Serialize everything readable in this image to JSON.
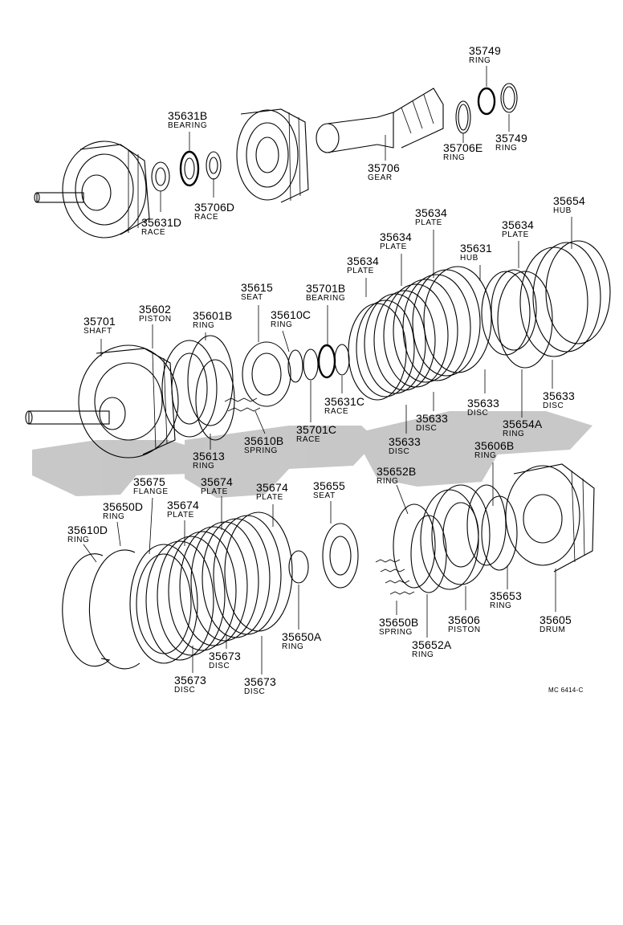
{
  "colors": {
    "ink": "#000000",
    "paper": "#ffffff",
    "watermark": "#9a9a9a"
  },
  "drawing_code": "MC 6414-C",
  "watermark_icon": "brand-logo",
  "callouts": [
    {
      "id": "c35749a",
      "part": "35749",
      "name": "RING"
    },
    {
      "id": "c35749b",
      "part": "35749",
      "name": "RING"
    },
    {
      "id": "c35706e",
      "part": "35706E",
      "name": "RING"
    },
    {
      "id": "c35706",
      "part": "35706",
      "name": "GEAR"
    },
    {
      "id": "c35631b",
      "part": "35631B",
      "name": "BEARING"
    },
    {
      "id": "c35706d",
      "part": "35706D",
      "name": "RACE"
    },
    {
      "id": "c35631d",
      "part": "35631D",
      "name": "RACE"
    },
    {
      "id": "c35654",
      "part": "35654",
      "name": "HUB"
    },
    {
      "id": "c35634a",
      "part": "35634",
      "name": "PLATE"
    },
    {
      "id": "c35634b",
      "part": "35634",
      "name": "PLATE"
    },
    {
      "id": "c35634c",
      "part": "35634",
      "name": "PLATE"
    },
    {
      "id": "c35634d",
      "part": "35634",
      "name": "PLATE"
    },
    {
      "id": "c35631",
      "part": "35631",
      "name": "HUB"
    },
    {
      "id": "c35615",
      "part": "35615",
      "name": "SEAT"
    },
    {
      "id": "c35701b",
      "part": "35701B",
      "name": "BEARING"
    },
    {
      "id": "c35701",
      "part": "35701",
      "name": "SHAFT"
    },
    {
      "id": "c35602",
      "part": "35602",
      "name": "PISTON"
    },
    {
      "id": "c35601b",
      "part": "35601B",
      "name": "RING"
    },
    {
      "id": "c35610c",
      "part": "35610C",
      "name": "RING"
    },
    {
      "id": "c35631c",
      "part": "35631C",
      "name": "RACE"
    },
    {
      "id": "c35633a",
      "part": "35633",
      "name": "DISC"
    },
    {
      "id": "c35633b",
      "part": "35633",
      "name": "DISC"
    },
    {
      "id": "c35633c",
      "part": "35633",
      "name": "DISC"
    },
    {
      "id": "c35633d",
      "part": "35633",
      "name": "DISC"
    },
    {
      "id": "c35654a",
      "part": "35654A",
      "name": "RING"
    },
    {
      "id": "c35701c",
      "part": "35701C",
      "name": "RACE"
    },
    {
      "id": "c35610b",
      "part": "35610B",
      "name": "SPRING"
    },
    {
      "id": "c35613",
      "part": "35613",
      "name": "RING"
    },
    {
      "id": "c35606b",
      "part": "35606B",
      "name": "RING"
    },
    {
      "id": "c35675",
      "part": "35675",
      "name": "FLANGE"
    },
    {
      "id": "c35674a",
      "part": "35674",
      "name": "PLATE"
    },
    {
      "id": "c35674b",
      "part": "35674",
      "name": "PLATE"
    },
    {
      "id": "c35674c",
      "part": "35674",
      "name": "PLATE"
    },
    {
      "id": "c35655",
      "part": "35655",
      "name": "SEAT"
    },
    {
      "id": "c35652b",
      "part": "35652B",
      "name": "RING"
    },
    {
      "id": "c35650d",
      "part": "35650D",
      "name": "RING"
    },
    {
      "id": "c35610d",
      "part": "35610D",
      "name": "RING"
    },
    {
      "id": "c35653",
      "part": "35653",
      "name": "RING"
    },
    {
      "id": "c35606",
      "part": "35606",
      "name": "PISTON"
    },
    {
      "id": "c35605",
      "part": "35605",
      "name": "DRUM"
    },
    {
      "id": "c35650b",
      "part": "35650B",
      "name": "SPRING"
    },
    {
      "id": "c35650a",
      "part": "35650A",
      "name": "RING"
    },
    {
      "id": "c35652a",
      "part": "35652A",
      "name": "RING"
    },
    {
      "id": "c35673a",
      "part": "35673",
      "name": "DISC"
    },
    {
      "id": "c35673b",
      "part": "35673",
      "name": "DISC"
    },
    {
      "id": "c35673c",
      "part": "35673",
      "name": "DISC"
    }
  ]
}
